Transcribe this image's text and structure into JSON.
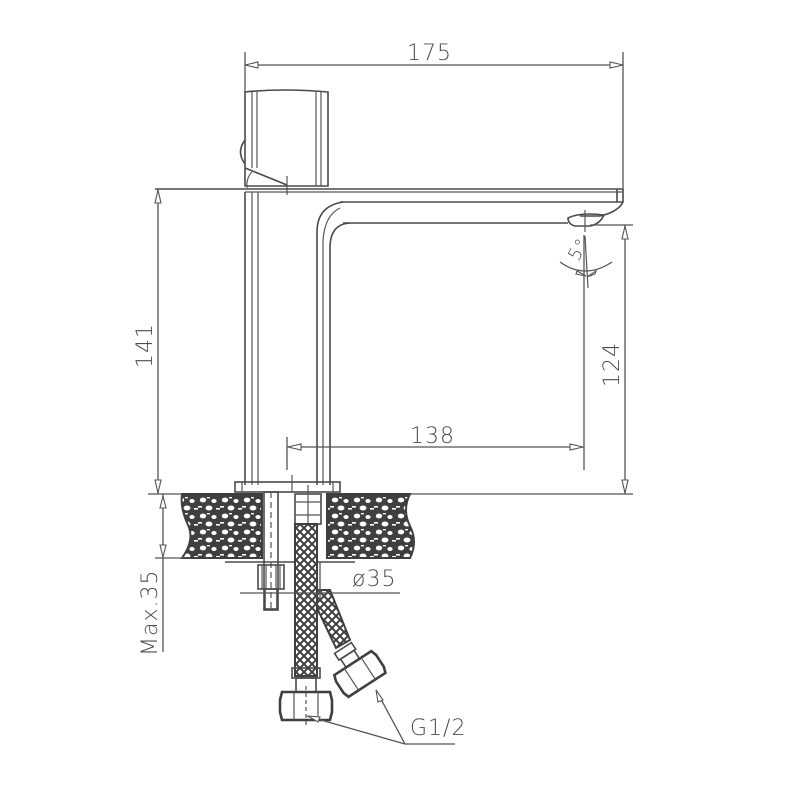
{
  "drawing": {
    "subject": "basin faucet dimensional drawing",
    "units": "mm",
    "line_color": "#4a4a4a",
    "background": "#ffffff"
  },
  "dimensions": {
    "overall_length": "175",
    "body_height": "141",
    "spout_height": "124",
    "spout_reach": "138",
    "spout_angle": "5°",
    "max_counter_thickness": "Max.35",
    "hole_diameter": "ø35",
    "connection_thread": "G1/2"
  }
}
